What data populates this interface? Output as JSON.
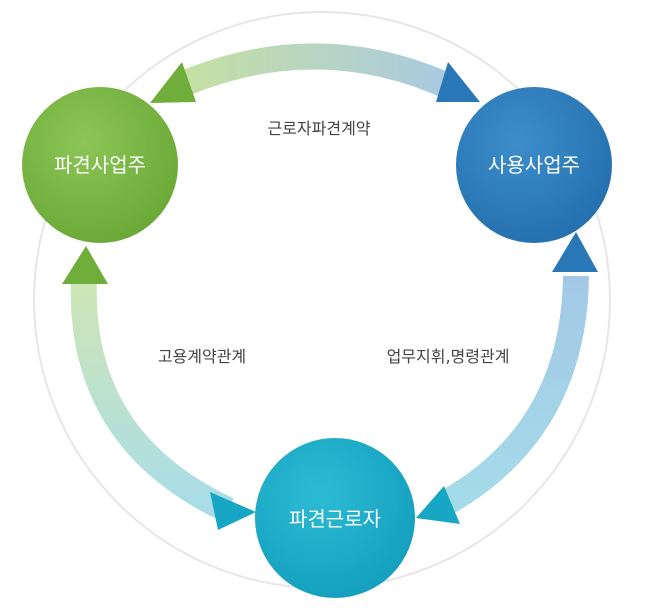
{
  "nodes": {
    "dispatcher": {
      "label": "파견사업주",
      "color": "#7ab445"
    },
    "user_employer": {
      "label": "사용사업주",
      "color": "#2e7fbd"
    },
    "dispatched_worker": {
      "label": "파견근로자",
      "color": "#1cacc8"
    }
  },
  "relations": {
    "dispatch_contract": "근로자파견계약",
    "employment_relation": "고용계약관계",
    "work_direction": "업무지휘,명령관계"
  }
}
